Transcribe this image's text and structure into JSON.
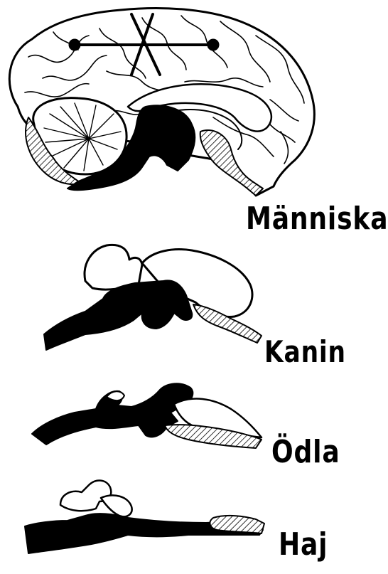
{
  "labels": {
    "human": "Människa",
    "rabbit": "Kanin",
    "lizard": "Ödla",
    "shark": "Haj"
  },
  "colors": {
    "ink": "#000000",
    "paper": "#ffffff"
  }
}
